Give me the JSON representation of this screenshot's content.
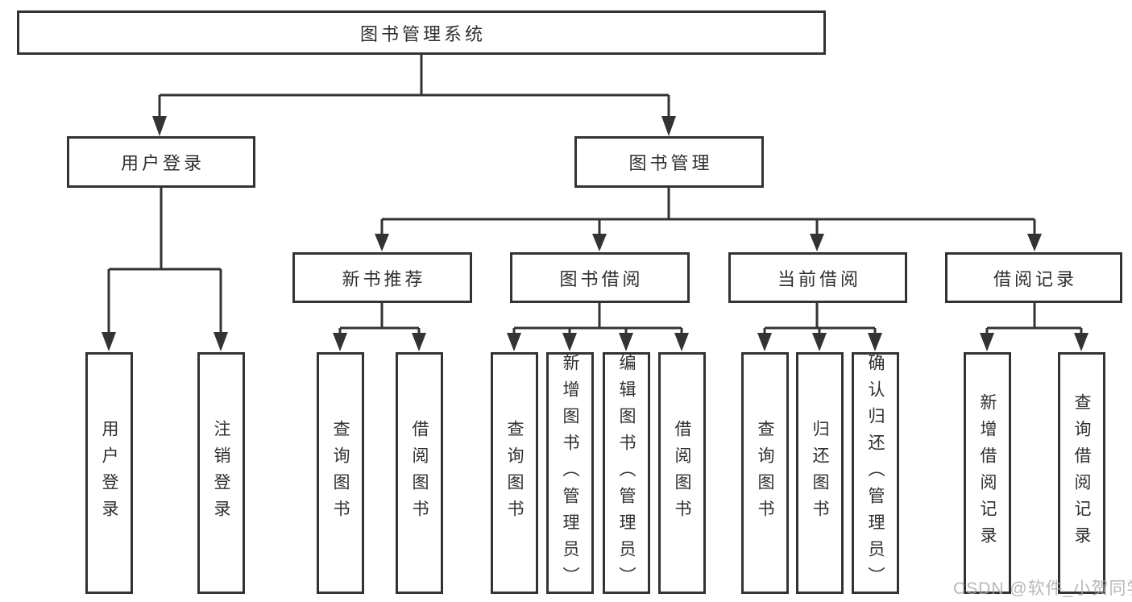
{
  "root": {
    "label": "图书管理系统"
  },
  "level2": {
    "user_login": "用户登录",
    "book_mgmt": "图书管理"
  },
  "level3": {
    "new_book_rec": "新书推荐",
    "book_borrow": "图书借阅",
    "current_borrow": "当前借阅",
    "borrow_record": "借阅记录"
  },
  "leaves": {
    "user_login": "用户登录",
    "logout": "注销登录",
    "rec_query_book": "查询图书",
    "rec_borrow_book": "借阅图书",
    "bor_query_book": "查询图书",
    "bor_add_book": "新增图书（管理员）",
    "bor_edit_book": "编辑图书（管理员）",
    "bor_borrow_book": "借阅图书",
    "cur_query_book": "查询图书",
    "cur_return_book": "归还图书",
    "cur_confirm_return": "确认归还（管理员）",
    "rec2_add_record": "新增借阅记录",
    "rec2_query_record": "查询借阅记录"
  },
  "watermark": "CSDN @软件_小贺同学",
  "colors": {
    "line": "#333333",
    "text": "#2f2f2f",
    "watermark": "#ababab"
  }
}
